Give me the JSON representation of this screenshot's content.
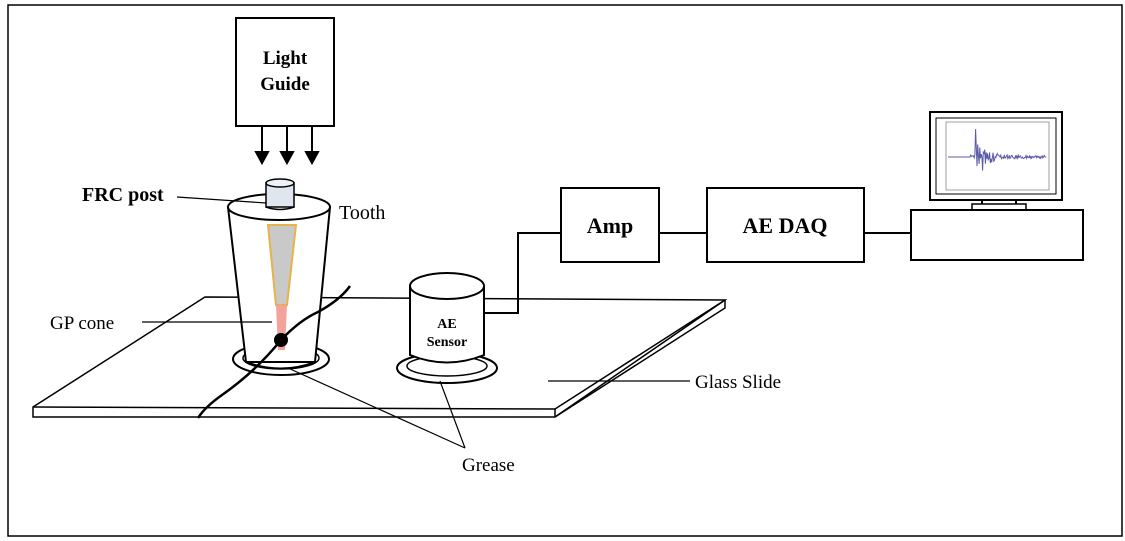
{
  "labels": {
    "light_guide_line1": "Light",
    "light_guide_line2": "Guide",
    "frc_post": "FRC post",
    "tooth": "Tooth",
    "gp_cone": "GP cone",
    "ae_sensor_line1": "AE",
    "ae_sensor_line2": "Sensor",
    "amp": "Amp",
    "ae_daq": "AE DAQ",
    "glass_slide": "Glass Slide",
    "grease": "Grease"
  },
  "colors": {
    "stroke": "#000000",
    "gp_cone": "#f4a39a",
    "post_channel": "#c9c9c9",
    "post_channel_outline": "#e8b24a",
    "frc_post_fill": "#dfe6ee",
    "waveform": "#5a5aa8"
  }
}
